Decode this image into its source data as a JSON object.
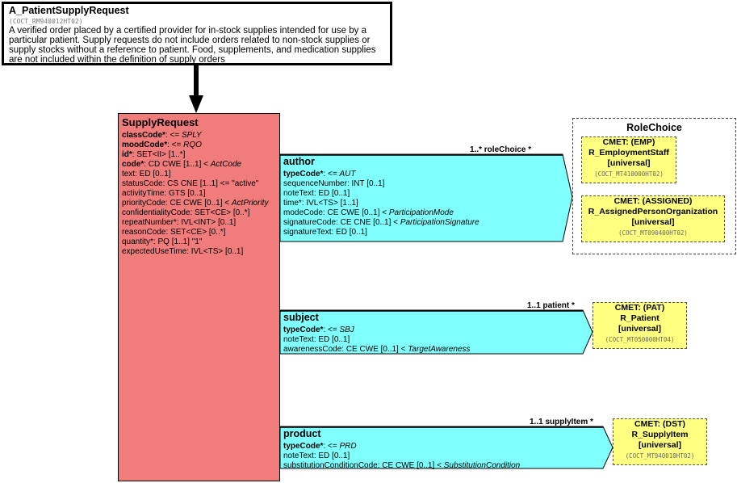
{
  "entry": {
    "title": "A_PatientSupplyRequest",
    "id": "(COCT_RM940012HT02)",
    "description": "A verified order placed by a certified provider for in-stock supplies intended for use by a particular patient. Supply requests do not include orders related to non-stock supplies or supply stocks without a reference to patient. Food, supplements, and medication supplies are not included within the definition of supply orders"
  },
  "supply_request": {
    "name": "SupplyRequest",
    "attributes": [
      {
        "name": "classCode*",
        "rest": ": <= ",
        "italic": "SPLY",
        "bold": true
      },
      {
        "name": "moodCode*",
        "rest": ": <= ",
        "italic": "RQO",
        "bold": true
      },
      {
        "name": "id*",
        "rest": ": SET<II> [1..*]",
        "italic": "",
        "bold": true
      },
      {
        "name": "code*",
        "rest": ": CD CWE [1..1] < ",
        "italic": "ActCode",
        "bold": true
      },
      {
        "name": "text",
        "rest": ": ED [0..1]",
        "italic": "",
        "bold": false
      },
      {
        "name": "statusCode",
        "rest": ": CS CNE [1..1] <= \"active\"",
        "italic": "",
        "bold": false
      },
      {
        "name": "activityTime",
        "rest": ": GTS [0..1]",
        "italic": "",
        "bold": false
      },
      {
        "name": "priorityCode",
        "rest": ": CE CWE [0..1] < ",
        "italic": "ActPriority",
        "bold": false
      },
      {
        "name": "confidentialityCode",
        "rest": ": SET<CE> [0..*]",
        "italic": "",
        "bold": false
      },
      {
        "name": "repeatNumber*",
        "rest": ": IVL<INT> [0..1]",
        "italic": "",
        "bold": false
      },
      {
        "name": "reasonCode",
        "rest": ": SET<CE> [0..*]",
        "italic": "",
        "bold": false
      },
      {
        "name": "quantity*",
        "rest": ": PQ [1..1] \"1\"",
        "italic": "",
        "bold": false
      },
      {
        "name": "expectedUseTime",
        "rest": ": IVL<TS> [0..1]",
        "italic": "",
        "bold": false
      }
    ]
  },
  "author": {
    "name": "author",
    "cardinality": "1..* roleChoice  *",
    "attributes": [
      {
        "name": "typeCode*",
        "rest": ": <= ",
        "italic": "AUT",
        "bold": true
      },
      {
        "name": "sequenceNumber",
        "rest": ": INT [0..1]",
        "italic": "",
        "bold": false
      },
      {
        "name": "noteText",
        "rest": ": ED [0..1]",
        "italic": "",
        "bold": false
      },
      {
        "name": "time*",
        "rest": ": IVL<TS> [1..1]",
        "italic": "",
        "bold": false
      },
      {
        "name": "modeCode",
        "rest": ": CE CWE [0..1] < ",
        "italic": "ParticipationMode",
        "bold": false
      },
      {
        "name": "signatureCode",
        "rest": ": CE CNE [0..1] < ",
        "italic": "ParticipationSignature",
        "bold": false
      },
      {
        "name": "signatureText",
        "rest": ": ED [0..1]",
        "italic": "",
        "bold": false
      }
    ]
  },
  "subject": {
    "name": "subject",
    "cardinality": "1..1 patient  *",
    "attributes": [
      {
        "name": "typeCode*",
        "rest": ": <= ",
        "italic": "SBJ",
        "bold": true
      },
      {
        "name": "noteText",
        "rest": ": ED [0..1]",
        "italic": "",
        "bold": false
      },
      {
        "name": "awarenessCode",
        "rest": ": CE CWE [0..1] < ",
        "italic": "TargetAwareness",
        "bold": false
      }
    ]
  },
  "product": {
    "name": "product",
    "cardinality": "1..1 supplyItem  *",
    "attributes": [
      {
        "name": "typeCode*",
        "rest": ": <= ",
        "italic": "PRD",
        "bold": true
      },
      {
        "name": "noteText",
        "rest": ": ED [0..1]",
        "italic": "",
        "bold": false
      },
      {
        "name": "substitutionConditionCode",
        "rest": ": CE CWE [0..1] < ",
        "italic": "SubstitutionCondition",
        "bold": false
      }
    ]
  },
  "role_choice": {
    "title": "RoleChoice",
    "cmets": [
      {
        "line1": "CMET: (EMP)",
        "line2": "R_EmploymentStaff",
        "line3": "[universal]",
        "id": "(COCT_MT410000HT02)"
      },
      {
        "line1": "CMET: (ASSIGNED)",
        "line2": "R_AssignedPersonOrganization",
        "line3": "[universal]",
        "id": "(COCT_MT090400HT02)"
      }
    ]
  },
  "patient_cmet": {
    "line1": "CMET: (PAT)",
    "line2": "R_Patient",
    "line3": "[universal]",
    "id": "(COCT_MT050000HT04)"
  },
  "supply_cmet": {
    "line1": "CMET: (DST)",
    "line2": "R_SupplyItem",
    "line3": "[universal]",
    "id": "(COCT_MT940010HT02)"
  },
  "colors": {
    "act": "#f07c7c",
    "participation": "#80ffff",
    "cmet": "#ffff80"
  }
}
